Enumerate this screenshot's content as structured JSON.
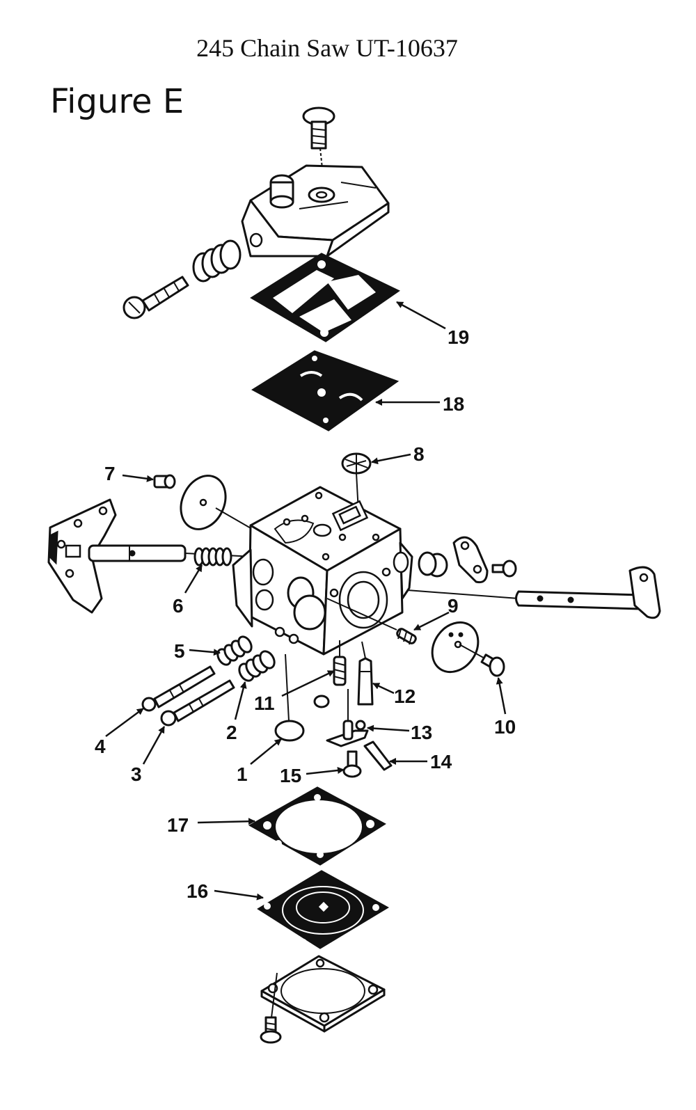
{
  "header": {
    "title": "245 Chain Saw UT-10637"
  },
  "figure": {
    "label": "Figure E"
  },
  "callouts": {
    "c1": "1",
    "c2": "2",
    "c3": "3",
    "c4": "4",
    "c5": "5",
    "c6": "6",
    "c7": "7",
    "c8": "8",
    "c9": "9",
    "c10": "10",
    "c11": "11",
    "c12": "12",
    "c13": "13",
    "c14": "14",
    "c15": "15",
    "c16": "16",
    "c17": "17",
    "c18": "18",
    "c19": "19"
  }
}
